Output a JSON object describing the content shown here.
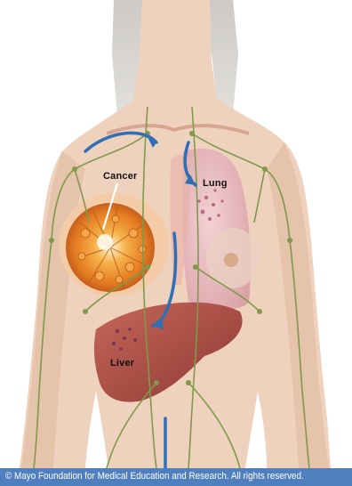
{
  "labels": {
    "cancer": "Cancer",
    "lung": "Lung",
    "liver": "Liver"
  },
  "credit": "© Mayo Foundation for Medical Education and Research. All rights reserved.",
  "colors": {
    "skin": "#efd2bd",
    "lymph": "#7f9a4a",
    "arrow": "#2f6fb5",
    "tumor": "#f08a26",
    "lung": "#e9b9c0",
    "liver": "#b05448",
    "credit_bar": "#4f7fbf"
  }
}
